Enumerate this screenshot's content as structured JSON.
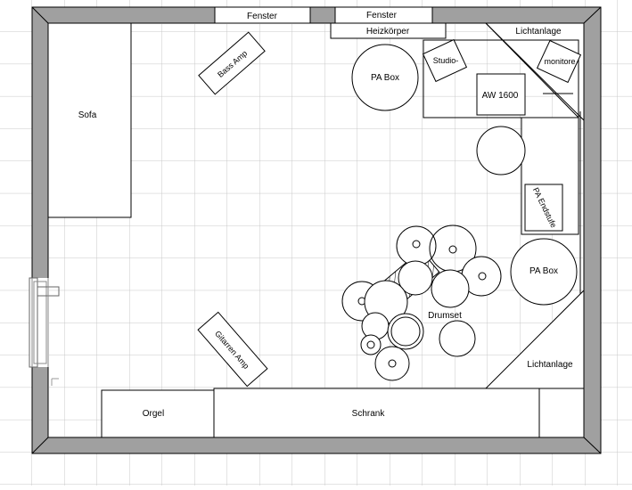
{
  "plan": {
    "labels": {
      "window_left": "Fenster",
      "window_right": "Fenster",
      "radiator": "Heizkörper",
      "light_top": "Lichtanlage",
      "light_bottom": "Lichtanlage",
      "sofa": "Sofa",
      "bass_amp": "Bass Amp",
      "guitar_amp": "Gitarren Amp",
      "pa_box_left": "PA Box",
      "pa_box_right": "PA Box",
      "studio_monitor_left": "Studio-",
      "studio_monitor_right": "monitore",
      "mixer": "AW 1600",
      "pa_endstufe": "PA Endstufe",
      "drumset": "Drumset",
      "organ": "Orgel",
      "cabinet": "Schrank"
    },
    "colors": {
      "wall": "#a0a0a0",
      "grid": "#c8c8c8",
      "outline": "#000000",
      "floor": "#ffffff"
    }
  }
}
